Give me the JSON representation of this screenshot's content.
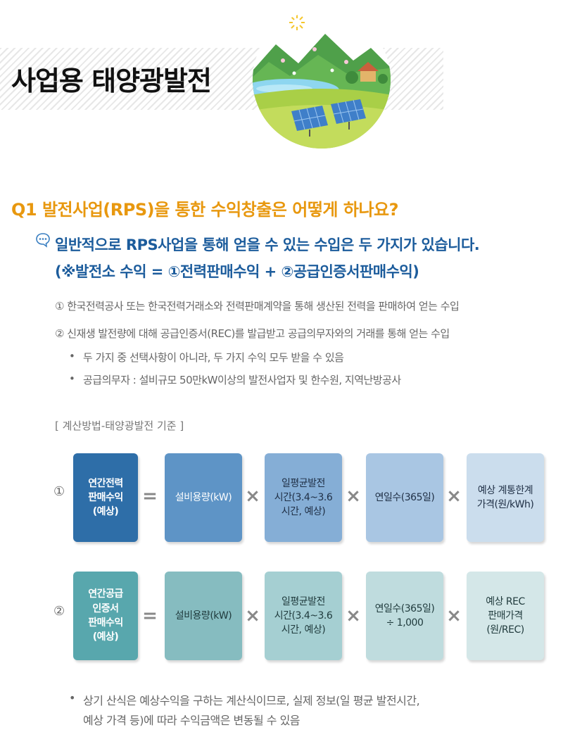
{
  "page": {
    "title": "사업용 태양광발전"
  },
  "question": {
    "title": "Q1 발전사업(RPS)을 통한 수익창출은 어떻게 하나요?"
  },
  "answer": {
    "line1": "일반적으로 RPS사업을 통해 얻을 수 있는 수입은 두 가지가 있습니다.",
    "line2": "(※발전소 수익 = ①전력판매수익 + ②공급인증서판매수익)"
  },
  "details": [
    "① 한국전력공사 또는 한국전력거래소와 전력판매계약을 통해 생산된 전력을 판매하여 얻는 수입",
    "② 신재생 발전량에 대해 공급인증서(REC)를 발급받고 공급의무자와의 거래를 통해 얻는 수입"
  ],
  "bullets": [
    "두 가지 중 선택사항이 아니라, 두 가지 수익 모두 받을 수 있음",
    "공급의무자 : 설비규모 50만kW이상의 발전사업자 및 한수원, 지역난방공사"
  ],
  "calc": {
    "title": "[ 계산방법-태양광발전 기준 ]",
    "rows": [
      {
        "num": "①",
        "result": "연간전력\n판매수익\n(예상)",
        "eq": "=",
        "factors": [
          "설비용량(kW)",
          "일평균발전\n시간(3.4~3.6\n시간, 예상)",
          "연일수(365일)",
          "예상 계통한계\n가격(원/kWh)"
        ],
        "ops": [
          "×",
          "×",
          "×"
        ]
      },
      {
        "num": "②",
        "result": "연간공급\n인증서\n판매수익\n(예상)",
        "eq": "=",
        "factors": [
          "설비용량(kW)",
          "일평균발전\n시간(3.4~3.6\n시간, 예상)",
          "연일수(365일)\n÷ 1,000",
          "예상 REC\n판매가격\n(원/REC)"
        ],
        "ops": [
          "×",
          "×",
          "×"
        ]
      }
    ]
  },
  "footnote": {
    "bullet": "•",
    "line1": "상기 산식은 예상수익을 구하는 계산식이므로, 실제 정보(일 평균 발전시간,",
    "line2": "예상 가격 등)에 따라 수익금액은 변동될 수 있음"
  },
  "colors": {
    "accent_orange": "#e8980f",
    "answer_blue": "#1c5c9c",
    "row1_result": "#2e6ea8",
    "row2_result": "#58a7ad"
  },
  "illustration": {
    "icon": "solar-landscape-icon"
  }
}
